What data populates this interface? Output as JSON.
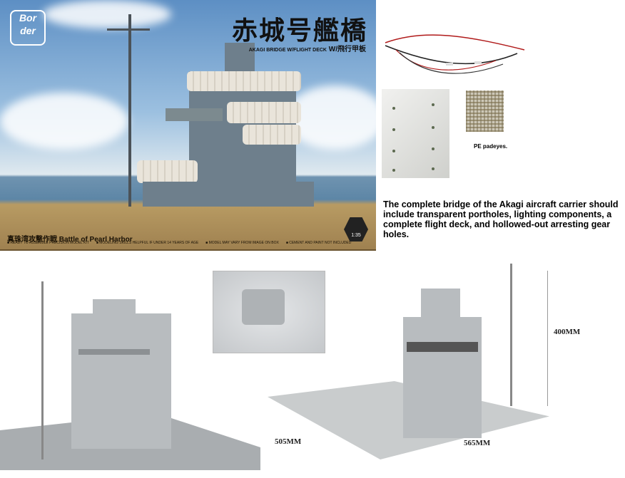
{
  "box_art": {
    "logo": "Border",
    "title": "赤城号艦橋",
    "subtitle_en": "AKAGI BRIDGE W/FLIGHT DECK",
    "subtitle_jp": "W/飛行甲板",
    "battle": "真珠湾攻撃作戦 Battle of Pearl Harbor",
    "notes": [
      "■ READY TO ASSEMBLE PRECISION MODEL KIT",
      "■ MODELING SKILLS HELPFUL IF UNDER 14 YEARS OF AGE",
      "■ MODEL MAY VARY FROM IMAGE ON BOX",
      "■ CEMENT AND PAINT NOT INCLUDED"
    ],
    "scale": "1:35"
  },
  "pe_label": "PE padeyes.",
  "description": "The complete bridge of the Akagi aircraft carrier should include transparent portholes, lighting components, a complete flight deck, and hollowed-out arresting gear holes.",
  "dimensions": {
    "height": "400MM",
    "width": "505MM",
    "length": "565MM"
  }
}
